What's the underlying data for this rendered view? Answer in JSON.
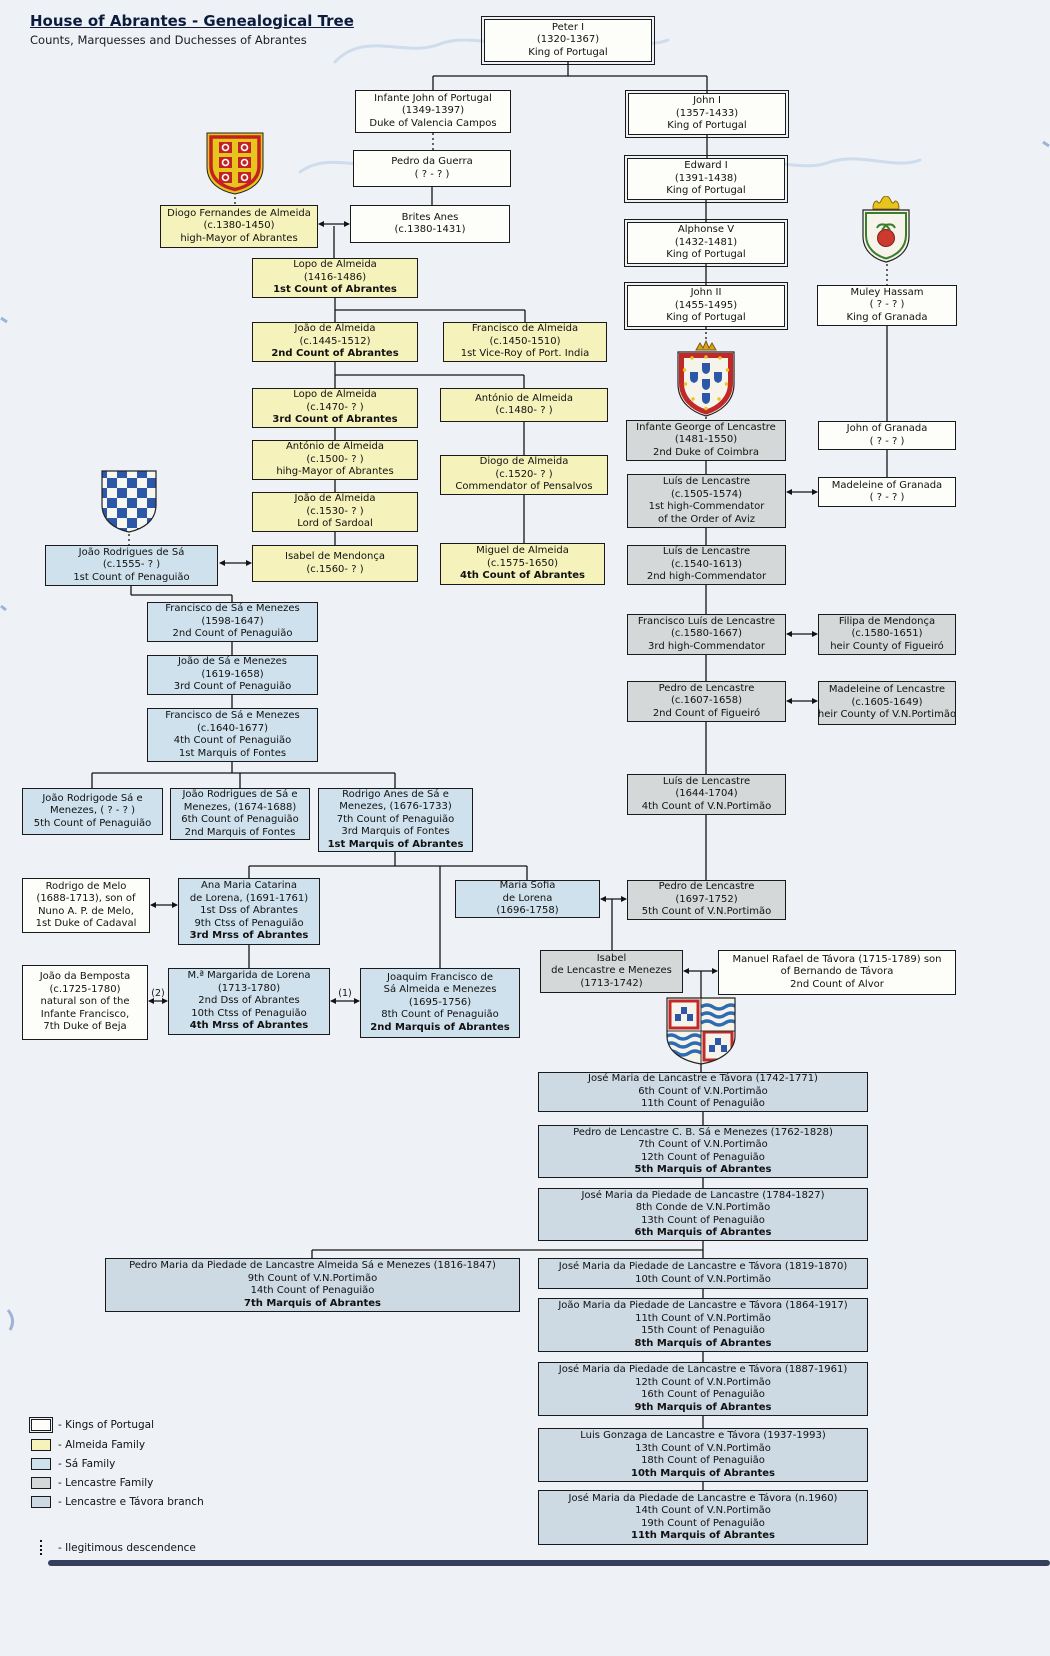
{
  "title": "House of Abrantes - Genealogical Tree",
  "subtitle": "Counts, Marquesses and Duchesses of Abrantes",
  "colors": {
    "background": "#eef2f7",
    "kings_box": "#fdfdfa",
    "plain_box": "#fdfdfa",
    "almeida_box": "#f5f3bb",
    "sa_box": "#cfe1ec",
    "lencastre_box": "#d5d8d8",
    "tavora_box": "#cdd9e3",
    "line": "#141414"
  },
  "marriage_labels": {
    "second": "(2)",
    "first": "(1)"
  },
  "coats_of_arms": [
    {
      "name": "almeida-coat-of-arms"
    },
    {
      "name": "sa-coat-of-arms"
    },
    {
      "name": "lencastre-coat-of-arms"
    },
    {
      "name": "granada-coat-of-arms"
    },
    {
      "name": "lencastre-tavora-coat-of-arms"
    }
  ],
  "legend": [
    {
      "swatch": "kings",
      "label": "- Kings of Portugal"
    },
    {
      "swatch": "almeida",
      "label": "- Almeida Family"
    },
    {
      "swatch": "sa",
      "label": "- Sá Family"
    },
    {
      "swatch": "lencastre",
      "label": "- Lencastre Family"
    },
    {
      "swatch": "tavora",
      "label": "- Lencastre e Távora branch"
    },
    {
      "swatch": "dotted",
      "label": "- Ilegitimous descendence"
    }
  ],
  "persons": [
    {
      "id": "peter1",
      "family": "kings",
      "lines": [
        {
          "t": "Peter I"
        },
        {
          "t": "(1320-1367)"
        },
        {
          "t": "King of Portugal"
        }
      ]
    },
    {
      "id": "infante_john",
      "family": "plain",
      "lines": [
        {
          "t": "Infante John of Portugal"
        },
        {
          "t": "(1349-1397)"
        },
        {
          "t": "Duke of Valencia Campos"
        }
      ]
    },
    {
      "id": "john1",
      "family": "kings",
      "lines": [
        {
          "t": "John I"
        },
        {
          "t": "(1357-1433)"
        },
        {
          "t": "King of Portugal"
        }
      ]
    },
    {
      "id": "pedro_guerra",
      "family": "plain",
      "lines": [
        {
          "t": "Pedro da Guerra"
        },
        {
          "t": "( ? - ? )"
        }
      ]
    },
    {
      "id": "edward1",
      "family": "kings",
      "lines": [
        {
          "t": "Edward I"
        },
        {
          "t": "(1391-1438)"
        },
        {
          "t": "King of Portugal"
        }
      ]
    },
    {
      "id": "diogo_fernandes",
      "family": "almeida",
      "lines": [
        {
          "t": "Diogo Fernandes de Almeida"
        },
        {
          "t": "(c.1380-1450)"
        },
        {
          "t": "high-Mayor of Abrantes"
        }
      ]
    },
    {
      "id": "brites",
      "family": "plain",
      "lines": [
        {
          "t": "Brites Anes"
        },
        {
          "t": "(c.1380-1431)"
        }
      ]
    },
    {
      "id": "alphonse5",
      "family": "kings",
      "lines": [
        {
          "t": "Alphonse V"
        },
        {
          "t": "(1432-1481)"
        },
        {
          "t": "King of Portugal"
        }
      ]
    },
    {
      "id": "lopo1",
      "family": "almeida",
      "lines": [
        {
          "t": "Lopo de Almeida"
        },
        {
          "t": "(1416-1486)"
        },
        {
          "t": "1st Count of Abrantes",
          "b": true
        }
      ]
    },
    {
      "id": "john2",
      "family": "kings",
      "lines": [
        {
          "t": "John II"
        },
        {
          "t": "(1455-1495)"
        },
        {
          "t": "King of Portugal"
        }
      ]
    },
    {
      "id": "muley",
      "family": "plain",
      "lines": [
        {
          "t": "Muley Hassam"
        },
        {
          "t": "( ? - ? )"
        },
        {
          "t": "King of Granada"
        }
      ]
    },
    {
      "id": "joao2",
      "family": "almeida",
      "lines": [
        {
          "t": "João de Almeida"
        },
        {
          "t": "(c.1445-1512)"
        },
        {
          "t": "2nd Count of Abrantes",
          "b": true
        }
      ]
    },
    {
      "id": "francisco_vice",
      "family": "almeida",
      "lines": [
        {
          "t": "Francisco de Almeida"
        },
        {
          "t": "(c.1450-1510)"
        },
        {
          "t": "1st Vice-Roy of Port. India"
        }
      ]
    },
    {
      "id": "lopo3",
      "family": "almeida",
      "lines": [
        {
          "t": "Lopo de Almeida"
        },
        {
          "t": "(c.1470- ? )"
        },
        {
          "t": "3rd Count of Abrantes",
          "b": true
        }
      ]
    },
    {
      "id": "antonio1480",
      "family": "almeida",
      "lines": [
        {
          "t": "António de Almeida"
        },
        {
          "t": "(c.1480- ? )"
        }
      ]
    },
    {
      "id": "george",
      "family": "lencastre",
      "lines": [
        {
          "t": "Infante George of Lencastre"
        },
        {
          "t": "(1481-1550)"
        },
        {
          "t": "2nd Duke of Coimbra"
        }
      ]
    },
    {
      "id": "john_granada",
      "family": "plain",
      "lines": [
        {
          "t": "John of Granada"
        },
        {
          "t": "( ? - ? )"
        }
      ]
    },
    {
      "id": "antonio1500",
      "family": "almeida",
      "lines": [
        {
          "t": "António de Almeida"
        },
        {
          "t": "(c.1500- ? )"
        },
        {
          "t": "hihg-Mayor of Abrantes"
        }
      ]
    },
    {
      "id": "diogo1520",
      "family": "almeida",
      "lines": [
        {
          "t": "Diogo de Almeida"
        },
        {
          "t": "(c.1520- ? )"
        },
        {
          "t": "Commendator of Pensalvos"
        }
      ]
    },
    {
      "id": "luis1",
      "family": "lencastre",
      "lines": [
        {
          "t": "Luís de Lencastre"
        },
        {
          "t": "(c.1505-1574)"
        },
        {
          "t": "1st high-Commendator"
        },
        {
          "t": "of the Order of Aviz"
        }
      ]
    },
    {
      "id": "madeleine_granada",
      "family": "plain",
      "lines": [
        {
          "t": "Madeleine of Granada"
        },
        {
          "t": "( ? - ? )"
        }
      ]
    },
    {
      "id": "joao1530",
      "family": "almeida",
      "lines": [
        {
          "t": "João de Almeida"
        },
        {
          "t": "(c.1530- ? )"
        },
        {
          "t": "Lord of Sardoal"
        }
      ]
    },
    {
      "id": "joao_rodrigues",
      "family": "sa",
      "lines": [
        {
          "t": "João Rodrigues de Sá"
        },
        {
          "t": "(c.1555- ? )"
        },
        {
          "t": "1st Count of Penaguião"
        }
      ]
    },
    {
      "id": "isabel_mendonca",
      "family": "almeida",
      "lines": [
        {
          "t": "Isabel de Mendonça"
        },
        {
          "t": "(c.1560- ? )"
        }
      ]
    },
    {
      "id": "miguel",
      "family": "almeida",
      "lines": [
        {
          "t": "Miguel de Almeida"
        },
        {
          "t": "(c.1575-1650)"
        },
        {
          "t": "4th Count of Abrantes",
          "b": true
        }
      ]
    },
    {
      "id": "luis2",
      "family": "lencastre",
      "lines": [
        {
          "t": "Luís de Lencastre"
        },
        {
          "t": "(c.1540-1613)"
        },
        {
          "t": "2nd high-Commendator"
        }
      ]
    },
    {
      "id": "francisco2",
      "family": "sa",
      "lines": [
        {
          "t": "Francisco de Sá e Menezes"
        },
        {
          "t": "(1598-1647)"
        },
        {
          "t": "2nd Count of Penaguião"
        }
      ]
    },
    {
      "id": "francisco_luis",
      "family": "lencastre",
      "lines": [
        {
          "t": "Francisco Luís de Lencastre"
        },
        {
          "t": "(c.1580-1667)"
        },
        {
          "t": "3rd high-Commendator"
        }
      ]
    },
    {
      "id": "filipa",
      "family": "lencastre",
      "lines": [
        {
          "t": "Filipa de Mendonça"
        },
        {
          "t": "(c.1580-1651)"
        },
        {
          "t": "heir County of Figueiró"
        }
      ]
    },
    {
      "id": "joao3",
      "family": "sa",
      "lines": [
        {
          "t": "João de Sá e Menezes"
        },
        {
          "t": "(1619-1658)"
        },
        {
          "t": "3rd Count of Penaguião"
        }
      ]
    },
    {
      "id": "pedro_figueiro",
      "family": "lencastre",
      "lines": [
        {
          "t": "Pedro de Lencastre"
        },
        {
          "t": "(c.1607-1658)"
        },
        {
          "t": "2nd Count of Figueiró"
        }
      ]
    },
    {
      "id": "madeleine_lencastre",
      "family": "lencastre",
      "lines": [
        {
          "t": "Madeleine of Lencastre"
        },
        {
          "t": "(c.1605-1649)"
        },
        {
          "t": "heir County of V.N.Portimão"
        }
      ]
    },
    {
      "id": "francisco4",
      "family": "sa",
      "lines": [
        {
          "t": "Francisco de Sá e Menezes"
        },
        {
          "t": "(c.1640-1677)"
        },
        {
          "t": "4th Count of Penaguião"
        },
        {
          "t": "1st Marquis of Fontes"
        }
      ]
    },
    {
      "id": "luis4",
      "family": "lencastre",
      "lines": [
        {
          "t": "Luís de Lencastre"
        },
        {
          "t": "(1644-1704)"
        },
        {
          "t": "4th Count of V.N.Portimão"
        }
      ]
    },
    {
      "id": "joao5",
      "family": "sa",
      "lines": [
        {
          "t": "João Rodrigode Sá e"
        },
        {
          "t": "Menezes, ( ? - ? )"
        },
        {
          "t": "5th Count of Penaguião"
        }
      ]
    },
    {
      "id": "joao6",
      "family": "sa",
      "lines": [
        {
          "t": "João Rodrigues de Sá e"
        },
        {
          "t": "Menezes, (1674-1688)"
        },
        {
          "t": "6th Count of Penaguião"
        },
        {
          "t": "2nd Marquis of Fontes"
        }
      ]
    },
    {
      "id": "rodrigo7",
      "family": "sa",
      "lines": [
        {
          "t": "Rodrigo Anes de Sá e"
        },
        {
          "t": "Menezes, (1676-1733)"
        },
        {
          "t": "7th Count of Penaguião"
        },
        {
          "t": "3rd Marquis of Fontes"
        },
        {
          "t": "1st Marquis of Abrantes",
          "b": true
        }
      ]
    },
    {
      "id": "rodrigo_melo",
      "family": "plain",
      "lines": [
        {
          "t": "Rodrigo de Melo"
        },
        {
          "t": "(1688-1713), son of"
        },
        {
          "t": "Nuno A. P. de Melo,"
        },
        {
          "t": "1st Duke of Cadaval"
        }
      ]
    },
    {
      "id": "ana_maria",
      "family": "sa",
      "lines": [
        {
          "t": "Ana Maria Catarina"
        },
        {
          "t": "de Lorena, (1691-1761)"
        },
        {
          "t": "1st Dss of Abrantes"
        },
        {
          "t": "9th Ctss of Penaguião"
        },
        {
          "t": "3rd Mrss of Abrantes",
          "b": true
        }
      ]
    },
    {
      "id": "maria_sofia",
      "family": "sa",
      "lines": [
        {
          "t": "Maria Sofia"
        },
        {
          "t": "de Lorena"
        },
        {
          "t": "(1696-1758)"
        }
      ]
    },
    {
      "id": "pedro5",
      "family": "lencastre",
      "lines": [
        {
          "t": "Pedro de Lencastre"
        },
        {
          "t": "(1697-1752)"
        },
        {
          "t": "5th Count of V.N.Portimão"
        }
      ]
    },
    {
      "id": "isabel_lenc",
      "family": "lencastre",
      "lines": [
        {
          "t": "Isabel"
        },
        {
          "t": "de Lencastre e Menezes"
        },
        {
          "t": "(1713-1742)"
        }
      ]
    },
    {
      "id": "manuel_rafael",
      "family": "plain",
      "lines": [
        {
          "t": "Manuel Rafael de Távora (1715-1789) son"
        },
        {
          "t": "of Bernando de Távora"
        },
        {
          "t": "2nd Count of Alvor"
        }
      ]
    },
    {
      "id": "joao_bemposta",
      "family": "plain",
      "lines": [
        {
          "t": "João da Bemposta"
        },
        {
          "t": "(c.1725-1780)"
        },
        {
          "t": "natural son of the"
        },
        {
          "t": "Infante Francisco,"
        },
        {
          "t": "7th Duke of Beja"
        }
      ]
    },
    {
      "id": "margarida",
      "family": "sa",
      "lines": [
        {
          "t": "M.ª Margarida de Lorena"
        },
        {
          "t": "(1713-1780)"
        },
        {
          "t": "2nd Dss of Abrantes"
        },
        {
          "t": "10th Ctss of Penaguião"
        },
        {
          "t": "4th Mrss of Abrantes",
          "b": true
        }
      ]
    },
    {
      "id": "joaquim",
      "family": "sa",
      "lines": [
        {
          "t": "Joaquim Francisco de"
        },
        {
          "t": "Sá Almeida e Menezes"
        },
        {
          "t": "(1695-1756)"
        },
        {
          "t": "8th Count of Penaguião"
        },
        {
          "t": "2nd Marquis of Abrantes",
          "b": true
        }
      ]
    },
    {
      "id": "t1",
      "family": "tavora",
      "lines": [
        {
          "t": "José Maria de Lancastre e Távora (1742-1771)"
        },
        {
          "t": "6th Count of V.N.Portimão"
        },
        {
          "t": "11th Count of Penaguião"
        }
      ]
    },
    {
      "id": "t2",
      "family": "tavora",
      "lines": [
        {
          "t": "Pedro de Lencastre C. B. Sá e Menezes (1762-1828)"
        },
        {
          "t": "7th Count of V.N.Portimão"
        },
        {
          "t": "12th Count of Penaguião"
        },
        {
          "t": "5th Marquis of Abrantes",
          "b": true
        }
      ]
    },
    {
      "id": "t3",
      "family": "tavora",
      "lines": [
        {
          "t": "José Maria da Piedade de Lancastre (1784-1827)"
        },
        {
          "t": "8th Conde de V.N.Portimão"
        },
        {
          "t": "13th Count of Penaguião"
        },
        {
          "t": "6th Marquis of Abrantes",
          "b": true
        }
      ]
    },
    {
      "id": "t4",
      "family": "tavora",
      "lines": [
        {
          "t": "Pedro Maria da Piedade de Lancastre Almeida Sá e Menezes (1816-1847)"
        },
        {
          "t": "9th Count of V.N.Portimão"
        },
        {
          "t": "14th Count of Penaguião"
        },
        {
          "t": "7th Marquis of Abrantes",
          "b": true
        }
      ]
    },
    {
      "id": "t5",
      "family": "tavora",
      "lines": [
        {
          "t": "José Maria da Piedade de Lancastre e Távora (1819-1870)"
        },
        {
          "t": "10th Count of V.N.Portimão"
        }
      ]
    },
    {
      "id": "t6",
      "family": "tavora",
      "lines": [
        {
          "t": "João Maria da Piedade de Lancastre e Távora (1864-1917)"
        },
        {
          "t": "11th Count of V.N.Portimão"
        },
        {
          "t": "15th Count of Penaguião"
        },
        {
          "t": "8th Marquis of Abrantes",
          "b": true
        }
      ]
    },
    {
      "id": "t7",
      "family": "tavora",
      "lines": [
        {
          "t": "José Maria da Piedade de Lancastre e Távora (1887-1961)"
        },
        {
          "t": "12th Count of V.N.Portimão"
        },
        {
          "t": "16th Count of Penaguião"
        },
        {
          "t": "9th Marquis of Abrantes",
          "b": true
        }
      ]
    },
    {
      "id": "t8",
      "family": "tavora",
      "lines": [
        {
          "t": "Luis Gonzaga de Lancastre e Távora (1937-1993)"
        },
        {
          "t": "13th Count of V.N.Portimão"
        },
        {
          "t": "18th Count of Penaguião"
        },
        {
          "t": "10th Marquis of Abrantes",
          "b": true
        }
      ]
    },
    {
      "id": "t9",
      "family": "tavora",
      "lines": [
        {
          "t": "José Maria da Piedade de Lancastre e Távora (n.1960)"
        },
        {
          "t": "14th Count of V.N.Portimão"
        },
        {
          "t": "19th Count of Penaguião"
        },
        {
          "t": "11th Marquis of Abrantes",
          "b": true
        }
      ]
    }
  ]
}
